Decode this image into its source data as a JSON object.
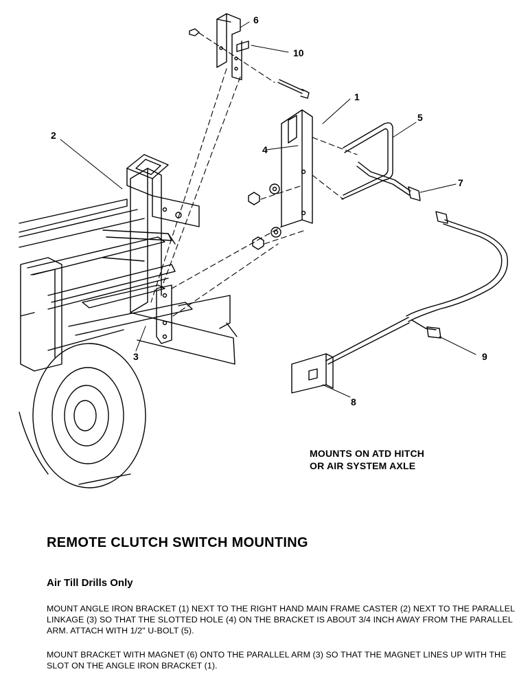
{
  "callouts": [
    {
      "id": "1",
      "label": "1"
    },
    {
      "id": "2",
      "label": "2"
    },
    {
      "id": "3",
      "label": "3"
    },
    {
      "id": "4",
      "label": "4"
    },
    {
      "id": "5",
      "label": "5"
    },
    {
      "id": "6",
      "label": "6"
    },
    {
      "id": "7",
      "label": "7"
    },
    {
      "id": "8",
      "label": "8"
    },
    {
      "id": "9",
      "label": "9"
    },
    {
      "id": "10",
      "label": "10"
    }
  ],
  "mount_note": {
    "line1": "MOUNTS ON ATD HITCH",
    "line2": "OR AIR SYSTEM AXLE"
  },
  "title": "REMOTE CLUTCH SWITCH MOUNTING",
  "subtitle": "Air Till Drills Only",
  "paragraphs": [
    "MOUNT ANGLE IRON BRACKET (1) NEXT TO THE RIGHT HAND MAIN FRAME CASTER (2) NEXT TO THE PARALLEL LINKAGE (3) SO THAT THE SLOTTED HOLE (4) ON THE BRACKET IS ABOUT 3/4 INCH AWAY FROM THE PARALLEL ARM. ATTACH WITH 1/2\" U-BOLT (5).",
    "MOUNT BRACKET WITH MAGNET (6) ONTO THE PARALLEL ARM (3) SO THAT THE MAGNET LINES UP WITH THE SLOT ON THE ANGLE IRON BRACKET (1)."
  ]
}
